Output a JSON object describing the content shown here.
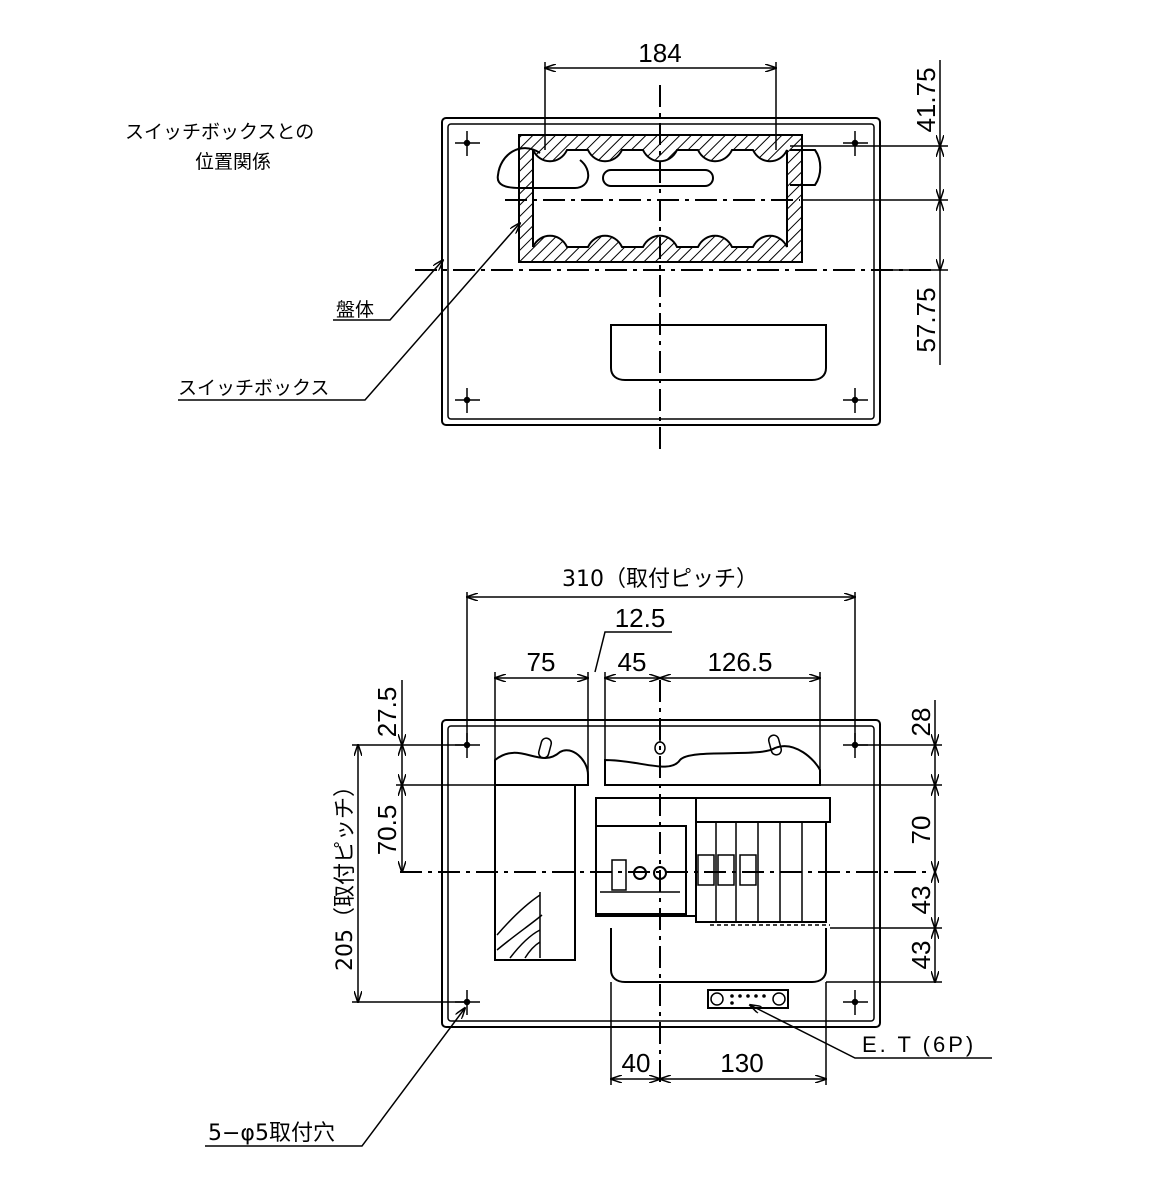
{
  "colors": {
    "line": "#000000",
    "background": "#ffffff"
  },
  "top_view": {
    "caption_line1": "スイッチボックスとの",
    "caption_line2": "位置関係",
    "label_panel": "盤体",
    "label_switchbox": "スイッチボックス",
    "dim_width": "184",
    "dim_top": "41.75",
    "dim_bottom": "57.75"
  },
  "front_view": {
    "dim_pitch_h": "310（取付ピッチ）",
    "dim_12_5": "12.5",
    "dim_75": "75",
    "dim_45": "45",
    "dim_126_5": "126.5",
    "dim_27_5": "27.5",
    "dim_70_5": "70.5",
    "dim_pitch_v": "205（取付ピッチ）",
    "dim_28": "28",
    "dim_70": "70",
    "dim_43a": "43",
    "dim_43b": "43",
    "dim_40": "40",
    "dim_130": "130",
    "label_et": "E. T (6P)",
    "label_holes": "5−φ5取付穴"
  }
}
